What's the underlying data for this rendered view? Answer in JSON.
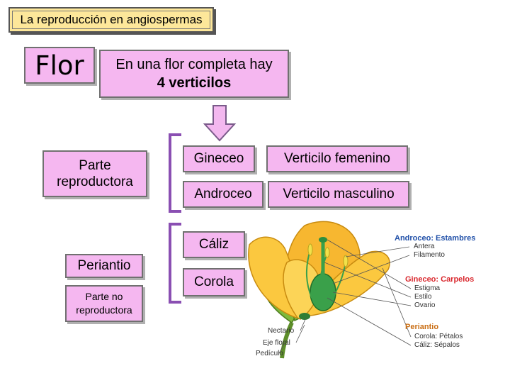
{
  "title": "La reproducción en angiospermas",
  "flor": "Flor",
  "completa": {
    "line1": "En una flor completa hay",
    "line2": "4 verticilos"
  },
  "parte_reproductora": "Parte reproductora",
  "periantio": "Periantio",
  "parte_no_reproductora": "Parte no reproductora",
  "gineceo": "Gineceo",
  "verticilo_femenino": "Verticilo femenino",
  "androceo": "Androceo",
  "verticilo_masculino": "Verticilo masculino",
  "caliz": "Cáliz",
  "corola": "Corola",
  "figure": {
    "androceo_head": "Androceo: Estambres",
    "antera": "Antera",
    "filamento": "Filamento",
    "gineceo_head": "Gineceo: Carpelos",
    "estigma": "Estigma",
    "estilo": "Estilo",
    "ovario": "Ovario",
    "periantio_head": "Periantio",
    "corola_petalos": "Corola: Pétalos",
    "caliz_sepalos": "Cáliz: Sépalos",
    "nectario": "Nectario",
    "eje_floral": "Eje floral",
    "pediculo": "Pedículo",
    "colors": {
      "androceo": "#1f4fa8",
      "gineceo": "#d9262c",
      "periantio": "#c96d12"
    }
  }
}
